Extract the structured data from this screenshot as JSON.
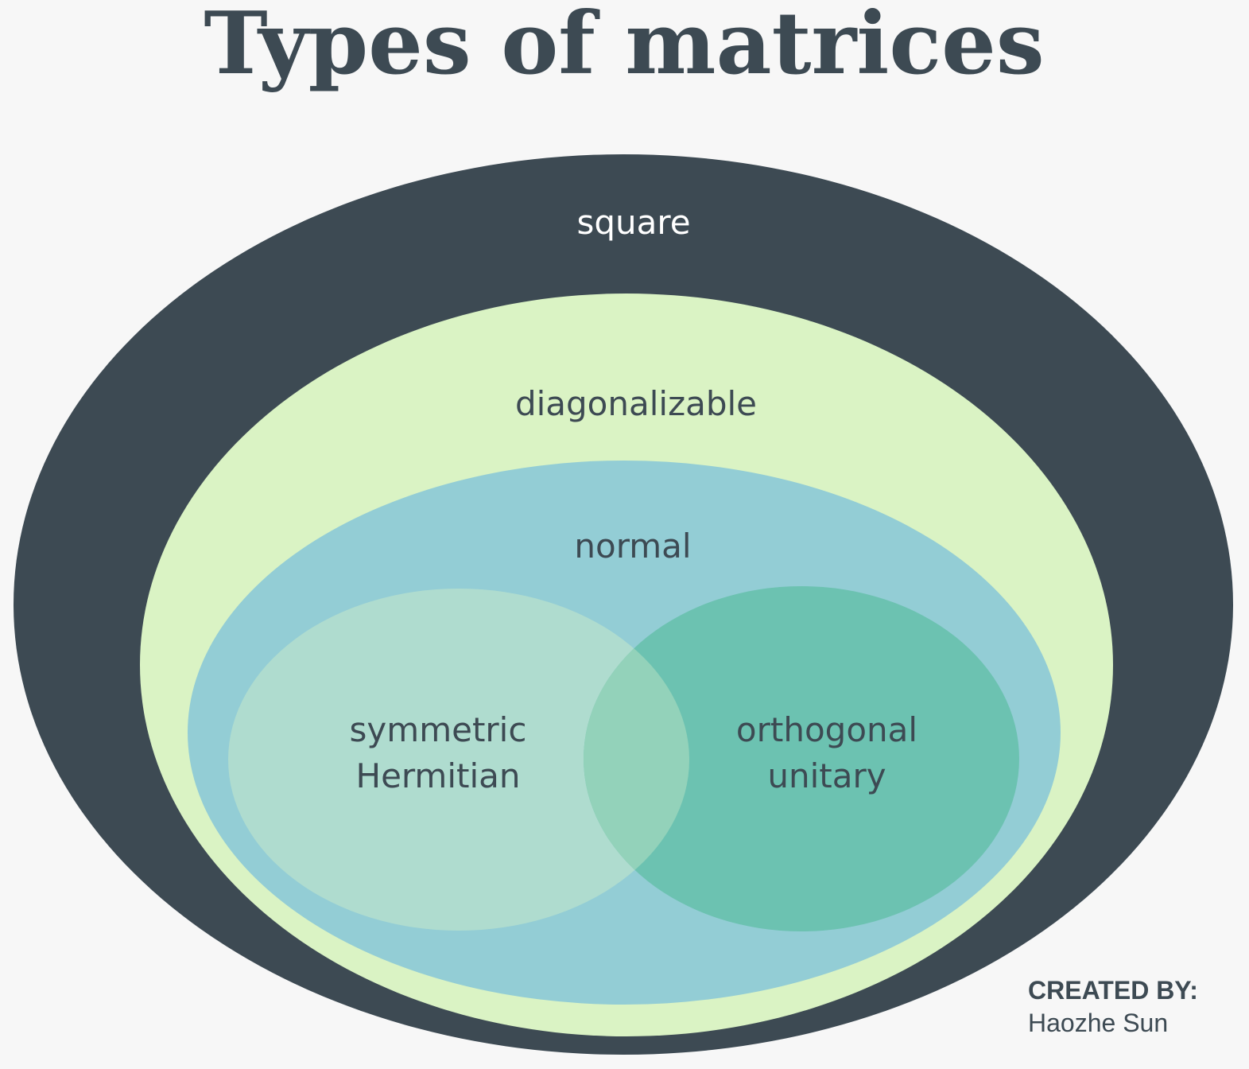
{
  "title": "Types of matrices",
  "colors": {
    "background": "#f7f7f7",
    "square": "#3d4a53",
    "diagonalizable": "#daf3c4",
    "normal": "#93cdd5",
    "symmetric": "#afdccf",
    "orthogonal": "#6cc2b1",
    "overlap": "#93d2ba",
    "text_dark": "#3d4a53",
    "text_light": "#ffffff"
  },
  "sets": {
    "square": {
      "label": "square"
    },
    "diagonalizable": {
      "label": "diagonalizable"
    },
    "normal": {
      "label": "normal"
    },
    "symmetric": {
      "line1": "symmetric",
      "line2": "Hermitian"
    },
    "orthogonal": {
      "line1": "orthogonal",
      "line2": "unitary"
    }
  },
  "credit": {
    "heading": "CREATED BY:",
    "name": "Haozhe Sun"
  }
}
